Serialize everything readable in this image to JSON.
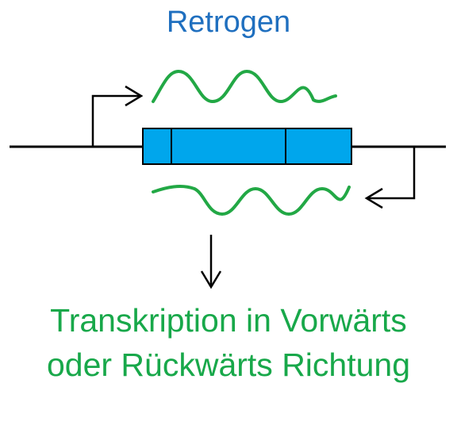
{
  "diagram": {
    "title": "Retrogen",
    "caption_line1": "Transkription in Vorwärts",
    "caption_line2": "oder Rückwärts Richtung"
  },
  "colors": {
    "title": "#1f6fbf",
    "caption": "#18a84a",
    "gene_box": "#00a6ec",
    "transcript": "#22a845",
    "line": "#000000"
  }
}
